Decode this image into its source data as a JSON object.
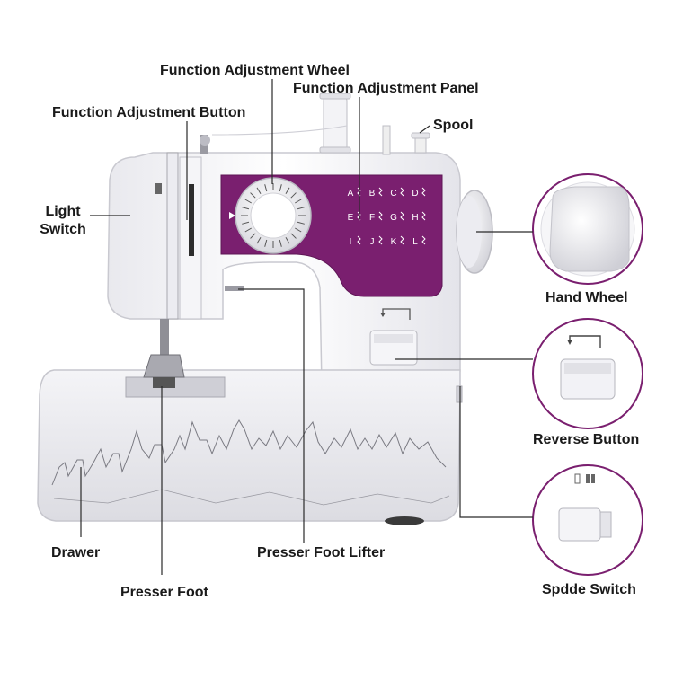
{
  "labels": {
    "function_adjustment_wheel": "Function Adjustment Wheel",
    "function_adjustment_panel": "Function Adjustment Panel",
    "function_adjustment_button": "Function Adjustment Button",
    "spool": "Spool",
    "light_switch_line1": "Light",
    "light_switch_line2": "Switch",
    "hand_wheel": "Hand Wheel",
    "reverse_button": "Reverse Button",
    "drawer": "Drawer",
    "presser_foot_lifter": "Presser Foot Lifter",
    "presser_foot": "Presser Foot",
    "spdde_switch": "Spdde Switch"
  },
  "panel": {
    "row1": [
      "A",
      "B",
      "C",
      "D"
    ],
    "row2": [
      "E",
      "F",
      "G",
      "H"
    ],
    "row3": [
      "I",
      "J",
      "K",
      "L"
    ]
  },
  "colors": {
    "panel_purple": "#7a1f6f",
    "body_white": "#f7f7f9",
    "leader_line": "#2a2a2a"
  }
}
